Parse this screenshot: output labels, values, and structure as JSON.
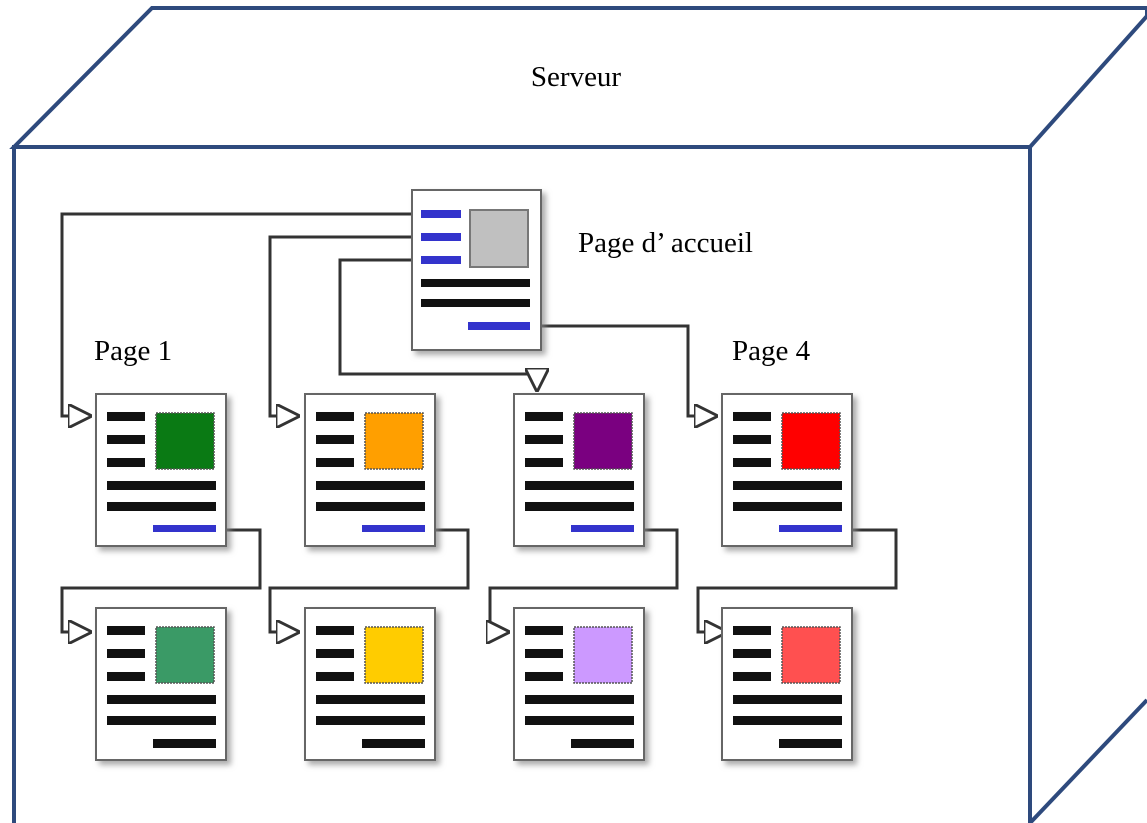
{
  "server": {
    "title": "Serveur",
    "edge_color": "#2e4a7d"
  },
  "labels": {
    "home": "Page d’ accueil",
    "page1": "Page 1",
    "page4": "Page 4"
  },
  "colors": {
    "link_bar": "#3333cc",
    "text_bar": "#111111",
    "home_image": "#c0c0c0",
    "top_row": [
      "#0a7a14",
      "#ff9f00",
      "#7a0080",
      "#ff0000"
    ],
    "bottom_row": [
      "#3a9a66",
      "#ffcc00",
      "#cc99ff",
      "#ff5050"
    ]
  },
  "pages": {
    "home": {
      "icon": "web-page-icon",
      "links": 3,
      "has_footer_link": true
    },
    "top_row": {
      "icon": "web-page-icon",
      "has_footer_link": true
    },
    "bottom_row": {
      "icon": "web-page-icon",
      "has_footer_link": false
    }
  }
}
